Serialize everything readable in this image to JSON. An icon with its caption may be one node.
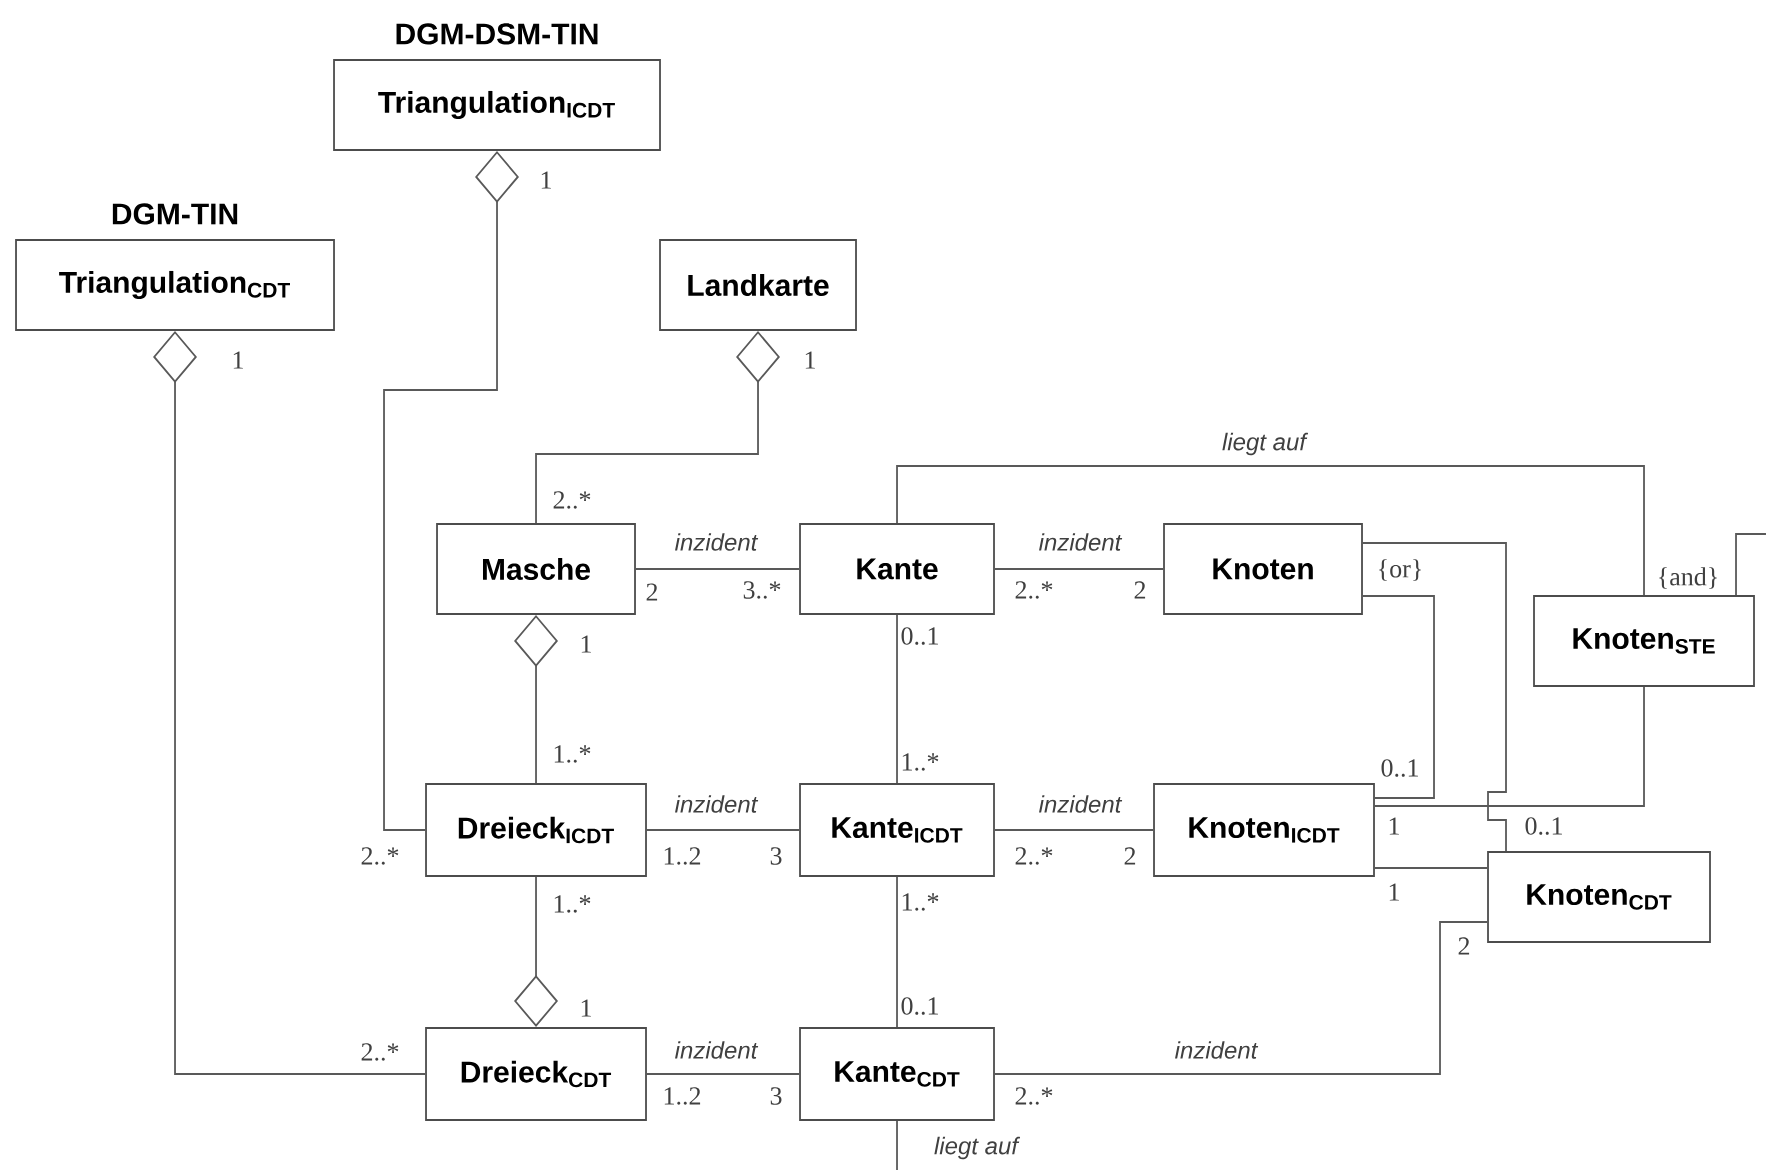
{
  "diagram": {
    "nodes": [
      {
        "text": [
          "DGM-DSM-TIN",
          "Triangulation$_{ICDT}$"
        ]
      },
      {
        "text": [
          "DGM-TIN",
          "Triangulation$_{CDT}$"
        ]
      },
      {
        "text": [
          "Landkarte"
        ]
      },
      {
        "text": [
          "Masche"
        ]
      },
      {
        "text": [
          "Kante"
        ]
      },
      {
        "text": [
          "Knoten"
        ]
      },
      {
        "text": [
          "Knoten$_{STE}$"
        ]
      },
      {
        "text": [
          "Dreieck$_{ICDT}$"
        ]
      },
      {
        "text": [
          "Kante$_{ICDT}$"
        ]
      },
      {
        "text": [
          "Knoten$_{ICDT}$"
        ]
      },
      {
        "text": [
          "Knoten$_{CDT}$"
        ]
      },
      {
        "text": [
          "Dreieck$_{CDT}$"
        ]
      },
      {
        "text": [
          "Kante$_{CDT}$"
        ]
      }
    ],
    "edges": [
      {
        "from": 0,
        "to": 7,
        "arrow": "other"
      },
      {
        "from": 1,
        "to": 11,
        "arrow": "other"
      },
      {
        "from": 2,
        "to": 3,
        "arrow": "other"
      },
      {
        "from": 3,
        "to": 4,
        "arrow": "none",
        "label": "inzident"
      },
      {
        "from": 4,
        "to": 5,
        "arrow": "none",
        "label": "inzident"
      },
      {
        "from": 4,
        "to": 6,
        "arrow": "none",
        "label": "liegt auf"
      },
      {
        "from": 5,
        "to": 9,
        "arrow": "none"
      },
      {
        "from": 5,
        "to": 10,
        "arrow": "none"
      },
      {
        "from": 3,
        "to": 7,
        "arrow": "other"
      },
      {
        "from": 4,
        "to": 8,
        "arrow": "none"
      },
      {
        "from": 7,
        "to": 8,
        "arrow": "none",
        "label": "inzident"
      },
      {
        "from": 8,
        "to": 9,
        "arrow": "none",
        "label": "inzident"
      },
      {
        "from": 9,
        "to": 6,
        "arrow": "none"
      },
      {
        "from": 9,
        "to": 10,
        "arrow": "none"
      },
      {
        "from": 11,
        "to": 7,
        "arrow": "other"
      },
      {
        "from": 8,
        "to": 12,
        "arrow": "none"
      },
      {
        "from": 11,
        "to": 12,
        "arrow": "none",
        "label": "inzident"
      },
      {
        "from": 12,
        "to": 10,
        "arrow": "none",
        "label": "inzident"
      },
      {
        "from": 12,
        "to": null,
        "arrow": "none",
        "label": "liegt auf"
      },
      {
        "from": 6,
        "to": null,
        "arrow": "none"
      }
    ],
    "labels": [
      "1",
      "1",
      "1",
      "2..*",
      "{or}",
      "{and}",
      "2",
      "3..*",
      "2..*",
      "2",
      "0..1",
      "1",
      "1..*",
      "1..*",
      "0..1",
      "1",
      "0..1",
      "2..*",
      "1..2",
      "3",
      "2..*",
      "2",
      "1..*",
      "1..*",
      "1",
      "2",
      "1",
      "0..1",
      "2..*",
      "1..2",
      "3",
      "2..*"
    ]
  }
}
